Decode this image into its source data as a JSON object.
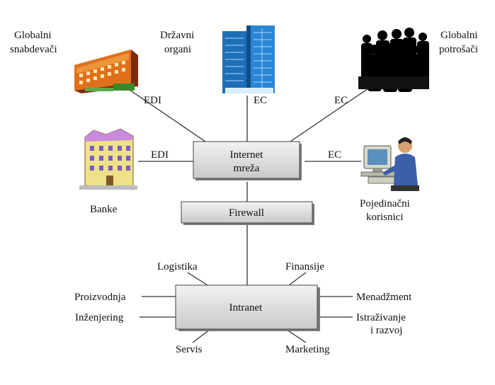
{
  "nodes": {
    "internet": {
      "line1": "Internet",
      "line2": "mreža"
    },
    "firewall": {
      "label": "Firewall"
    },
    "intranet": {
      "label": "Intranet"
    }
  },
  "entities": {
    "global_suppliers": {
      "line1": "Globalni",
      "line2": "snabdevači"
    },
    "state_bodies": {
      "line1": "Državni",
      "line2": "organi"
    },
    "global_consumers": {
      "line1": "Globalni",
      "line2": "potrošači"
    },
    "banks": {
      "label": "Banke"
    },
    "individual_users": {
      "line1": "Pojedinačni",
      "line2": "korisnici"
    }
  },
  "connections": {
    "suppliers_link": "EDI",
    "state_link": "EC",
    "consumers_link": "EC",
    "banks_link": "EDI",
    "users_link": "EC"
  },
  "departments": {
    "logistics": "Logistika",
    "finance": "Finansije",
    "production": "Proizvodnja",
    "engineering": "Inženjering",
    "management": "Menadžment",
    "research_line1": "Istraživanje",
    "research_line2": "i razvoj",
    "service": "Servis",
    "marketing": "Marketing"
  }
}
